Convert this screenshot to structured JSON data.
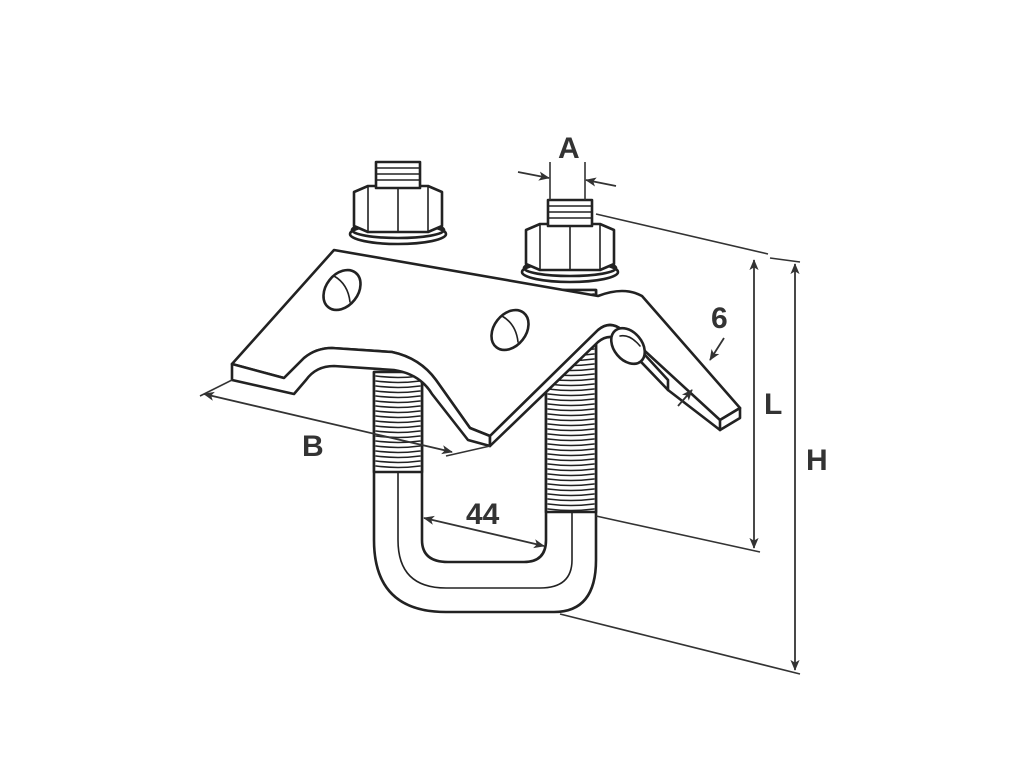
{
  "diagram": {
    "labels": {
      "a": "A",
      "six": "6",
      "l": "L",
      "h": "H",
      "b": "B",
      "forty_four": "44"
    }
  }
}
